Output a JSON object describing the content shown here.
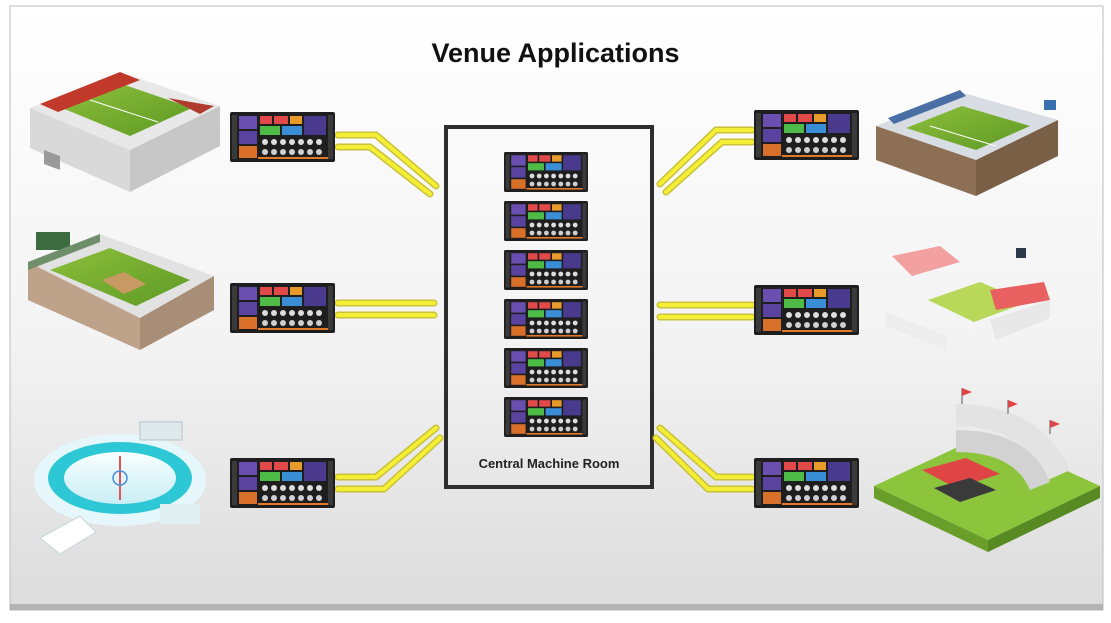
{
  "title": "Venue Applications",
  "central_room": {
    "label": "Central Machine Room",
    "rack_units": 6
  },
  "venues_left": [
    "soccer-stadium",
    "baseball-park",
    "ice-hockey-arena"
  ],
  "venues_right": [
    "football-stadium",
    "tennis-venue",
    "concert-amphitheater"
  ],
  "colors": {
    "link": "#f2ea2e",
    "frame": "#2e2e2e",
    "rack_front": "#1e1e1e"
  }
}
